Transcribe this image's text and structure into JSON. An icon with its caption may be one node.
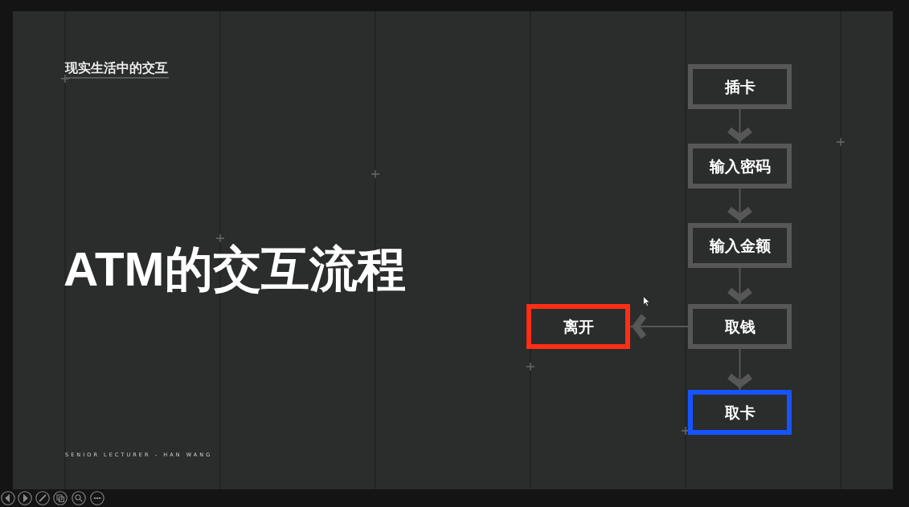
{
  "diagram": {
    "title": "ATM的交互流程",
    "nodes": [
      {
        "text": [
          "插卡"
        ]
      },
      {
        "text": [
          "输入密码"
        ]
      },
      {
        "text": [
          "输入金额"
        ]
      },
      {
        "text": [
          "取钱"
        ]
      },
      {
        "text": [
          "离开"
        ]
      },
      {
        "text": [
          "取卡"
        ]
      }
    ],
    "edges": [
      {
        "from": 0,
        "to": 1,
        "arrow": "to"
      },
      {
        "from": 1,
        "to": 2,
        "arrow": "to"
      },
      {
        "from": 2,
        "to": 3,
        "arrow": "to"
      },
      {
        "from": 3,
        "to": 4,
        "arrow": "to"
      },
      {
        "from": 3,
        "to": 5,
        "arrow": "to"
      }
    ],
    "labels": [
      "现实生活中的交互",
      "SENIOR LECTURER - HAN WANG"
    ]
  }
}
